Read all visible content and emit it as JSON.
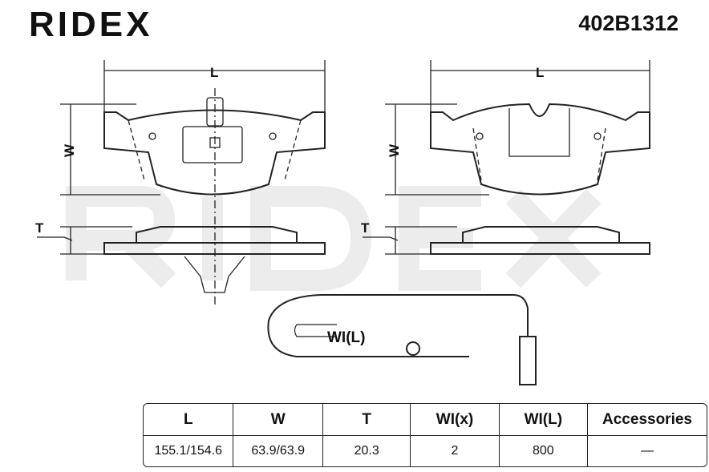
{
  "header": {
    "brand": "RIDEX",
    "part_number": "402B1312"
  },
  "drawing": {
    "dim_L": "L",
    "dim_W": "W",
    "dim_T": "T",
    "wear_indicator_label": "WI(L)",
    "watermark": "RIDEX"
  },
  "table": {
    "headers": [
      "L",
      "W",
      "T",
      "WI(x)",
      "WI(L)",
      "Accessories"
    ],
    "values": [
      "155.1/154.6",
      "63.9/63.9",
      "20.3",
      "2",
      "800",
      "—"
    ]
  }
}
